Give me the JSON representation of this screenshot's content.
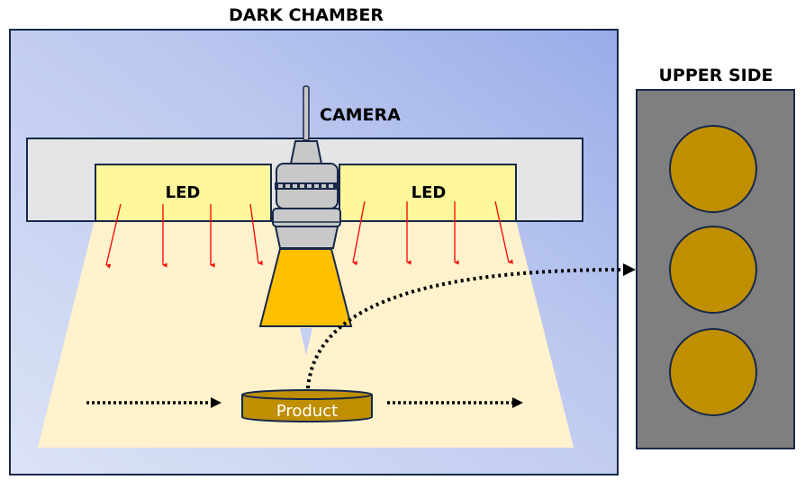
{
  "chamber": {
    "title": "DARK CHAMBER"
  },
  "camera": {
    "label": "CAMERA"
  },
  "leds": [
    {
      "label": "LED"
    },
    {
      "label": "LED"
    }
  ],
  "product": {
    "label": "Product"
  },
  "upper_side": {
    "title": "UPPER SIDE",
    "circle_count": 3
  },
  "colors": {
    "chamber_bg_left": "#d6def5",
    "chamber_bg_right": "#9aaee8",
    "outline": "#17284a",
    "mount_bar": "#e5e5e5",
    "led_panel": "#fff79c",
    "light_cone": "#fff2cc",
    "camera_body": "#c8c8c8",
    "lens_hood": "#ffc000",
    "product": "#bf8f00",
    "light_arrow": "#ff0000",
    "upper_panel": "#7f7f7f",
    "upper_circle": "#bf8f00"
  }
}
